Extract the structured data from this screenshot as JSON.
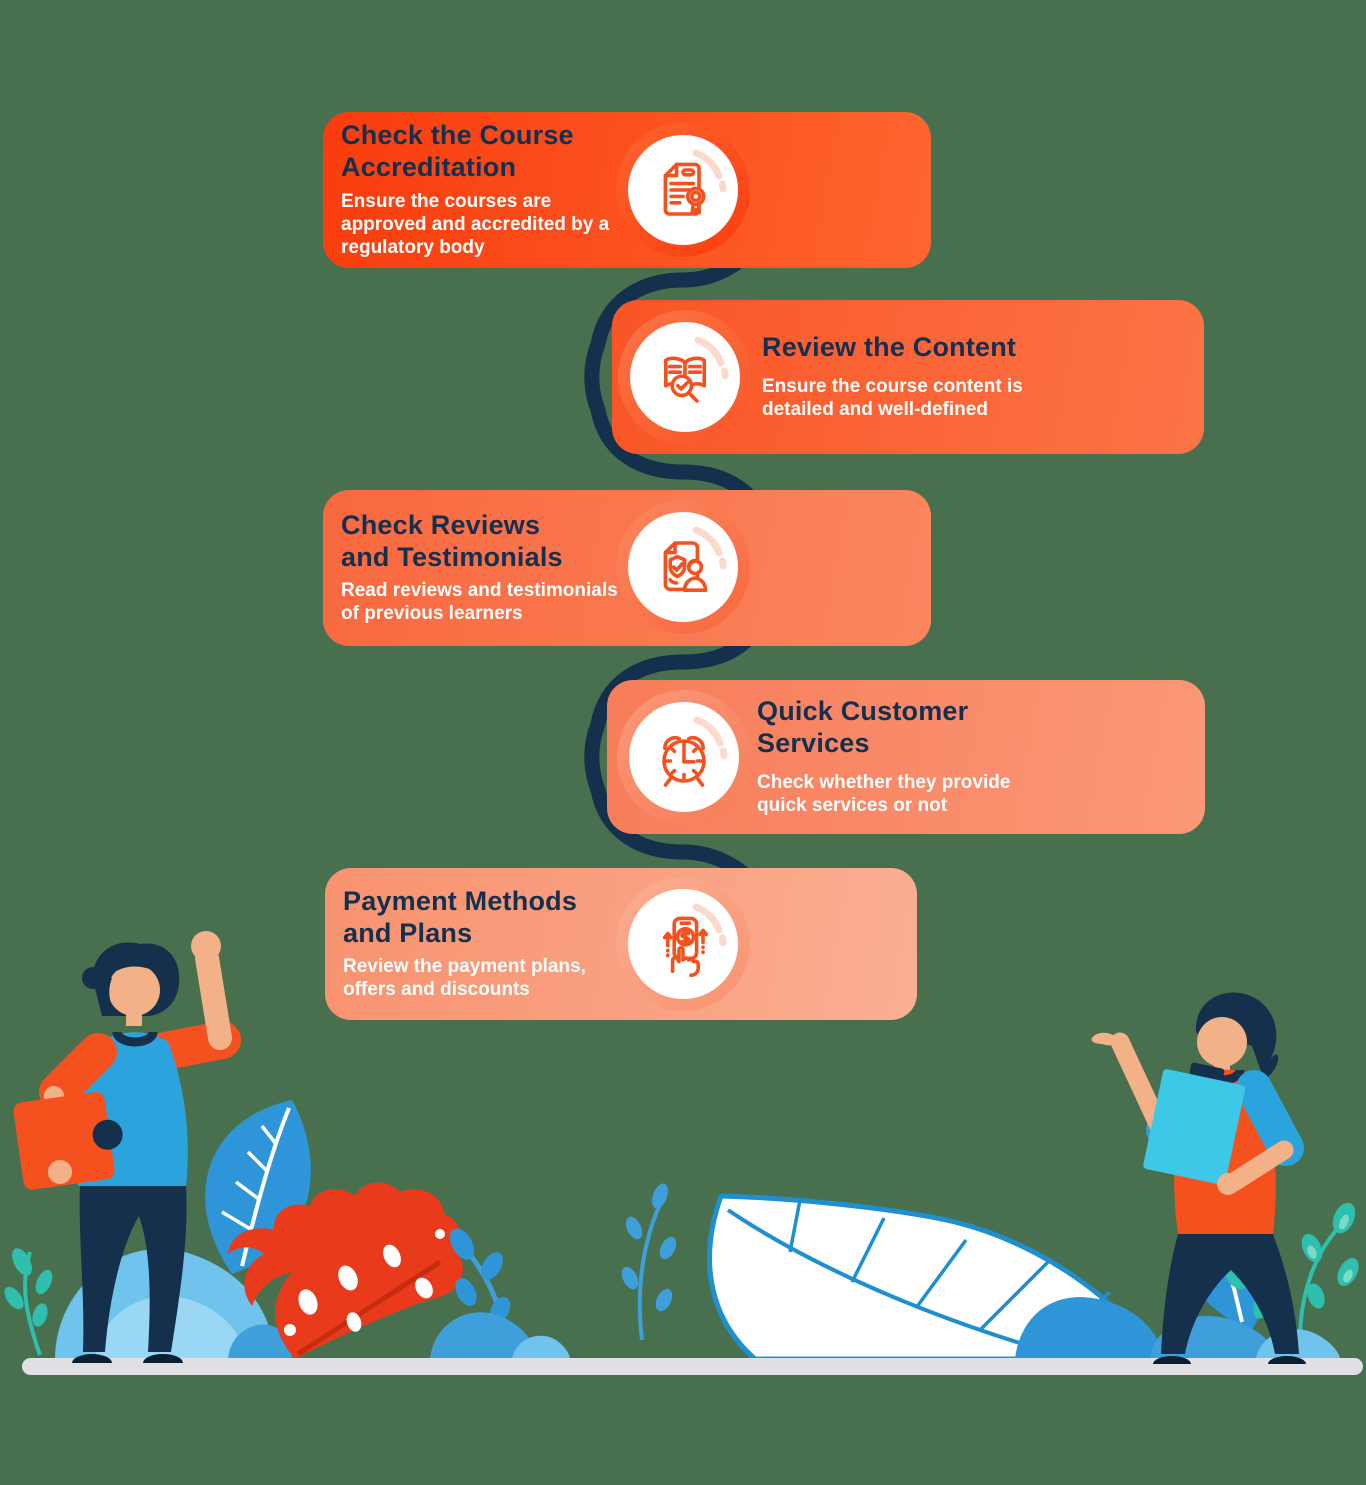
{
  "steps": [
    {
      "title": "Check the Course Accreditation",
      "description": "Ensure the courses are approved and accredited by a regulatory body",
      "icon": "certificate-icon",
      "side": "left",
      "colors": [
        "#F93C0D",
        "#FE6530"
      ]
    },
    {
      "title": "Review the Content",
      "description": "Ensure the course content is detailed and well-defined",
      "icon": "book-search-icon",
      "side": "right",
      "colors": [
        "#F95526",
        "#FC7447"
      ]
    },
    {
      "title": "Check Reviews and Testimonials",
      "description": "Read reviews and testimonials of previous learners",
      "icon": "testimonial-document-icon",
      "side": "left",
      "colors": [
        "#F9683E",
        "#FB865F"
      ]
    },
    {
      "title": "Quick Customer Services",
      "description": "Check whether they provide quick services or not",
      "icon": "alarm-clock-icon",
      "side": "right",
      "colors": [
        "#F87C58",
        "#FA9878"
      ]
    },
    {
      "title": "Payment Methods and Plans",
      "description": "Review the payment plans, offers and discounts",
      "icon": "mobile-payment-icon",
      "side": "left",
      "colors": [
        "#F8926F",
        "#FAAE92"
      ]
    }
  ],
  "palette": {
    "background": "#48704F",
    "connector": "#14304C",
    "title_text": "#152F4E",
    "description_text": "#FFFFFF",
    "icon_stroke": "#F4511E",
    "disc_highlight": "#FBD9CC",
    "ground_bar": "#E0DFE3",
    "skin": "#F2B186",
    "navy": "#14304C",
    "shirt_blue": "#2BA3DC",
    "shirt_orange": "#F4511E",
    "clipboard_cyan": "#3EC8E8",
    "leaf_blue": "#2E96D8",
    "bush_light": "#6FC3EC",
    "bush_lighter": "#9AD7F4",
    "teal": "#2FBFAE",
    "teal_light": "#7ED9CB",
    "red_leaf": "#E93A1B",
    "red_leaf_dark": "#C62C10"
  },
  "scene": {
    "connector": "s-curve-connector",
    "decorations": [
      "ground-bar",
      "teal-branch-left",
      "blue-bush-left",
      "blue-leaf-left",
      "red-monstera-leaf",
      "blue-sprig",
      "center-blue-branch",
      "white-outline-leaf",
      "blue-leaf-right",
      "teal-branch-right",
      "blue-bush-right",
      "left-person-illustration",
      "right-person-illustration"
    ]
  }
}
